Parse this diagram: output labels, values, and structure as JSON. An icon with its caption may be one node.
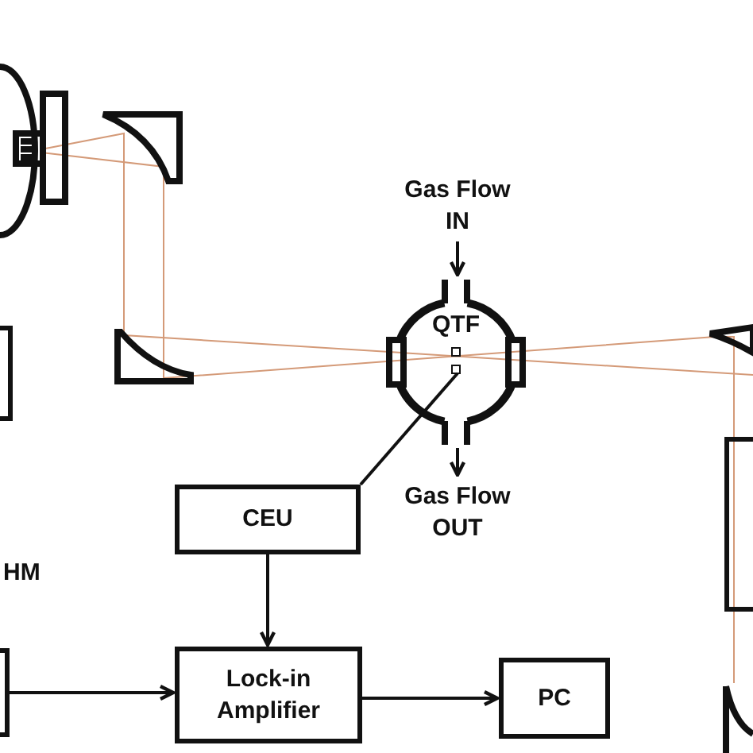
{
  "diagram": {
    "nodes": [
      {
        "text": [
          "Gas Flow IN"
        ]
      },
      {
        "text": [
          "QTF"
        ]
      },
      {
        "text": [
          "Gas Flow OUT"
        ]
      },
      {
        "text": [
          "CEU"
        ]
      },
      {
        "text": [],
        "shape": "box"
      },
      {
        "text": [],
        "shape": "box"
      },
      {
        "text": [
          "Lock-in Amplifier"
        ]
      },
      {
        "text": [
          "PC"
        ]
      },
      {
        "text": [],
        "shape": "box"
      }
    ],
    "edges": [
      {
        "from": 0,
        "to": 1,
        "arrow": "to"
      },
      {
        "from": 1,
        "to": 2,
        "arrow": "to"
      },
      {
        "from": 1,
        "to": 3,
        "arrow": "none"
      },
      {
        "from": 3,
        "to": 6,
        "arrow": "to"
      },
      {
        "from": 6,
        "to": 7,
        "arrow": "to"
      },
      {
        "from": 5,
        "to": 6,
        "arrow": "to"
      }
    ],
    "labels": [
      "HM"
    ]
  }
}
